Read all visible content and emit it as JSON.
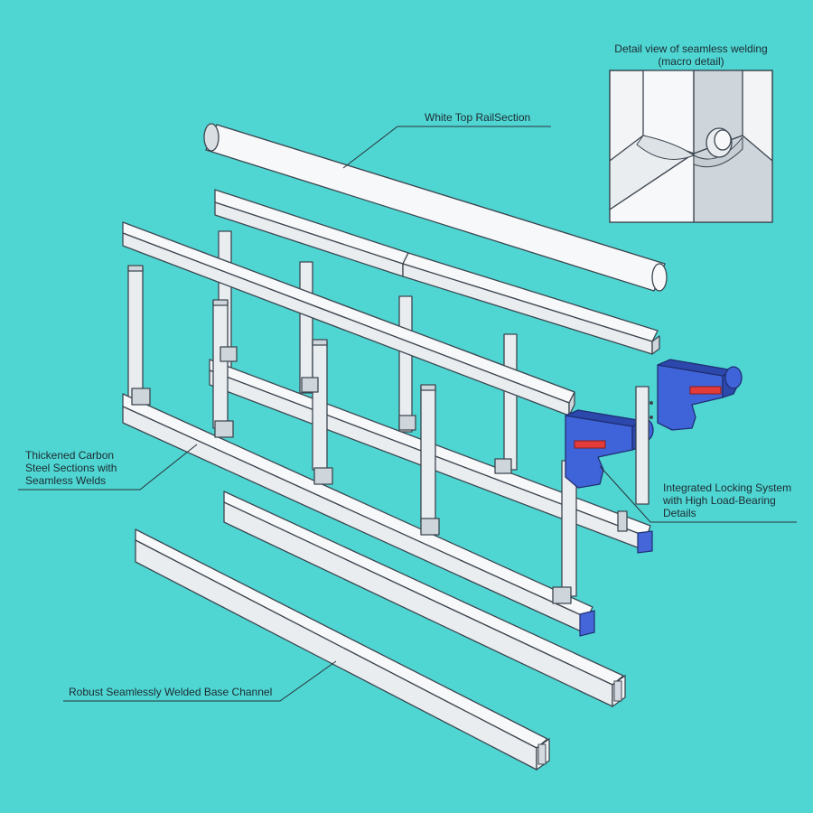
{
  "labels": {
    "top_rail": "White Top RailSection",
    "detail_title_line1": "Detail view of seamless welding",
    "detail_title_line2": "(macro detail)",
    "carbon_line1": "Thickened Carbon",
    "carbon_line2": "Steel Sections with",
    "carbon_line3": "Seamless Welds",
    "locking_line1": "Integrated Locking System",
    "locking_line2": "with High Load-Bearing",
    "locking_line3": "Details",
    "base_channel": "Robust Seamlessly Welded Base Channel"
  },
  "colors": {
    "background": "#4fd6d3",
    "steel": "#e9edf0",
    "lock_blue": "#3f63d8",
    "lock_red": "#e33a3a",
    "outline": "#3d4650"
  },
  "icons": [
    "weld-detail-inset",
    "locking-clamp",
    "tube-cross-section"
  ]
}
